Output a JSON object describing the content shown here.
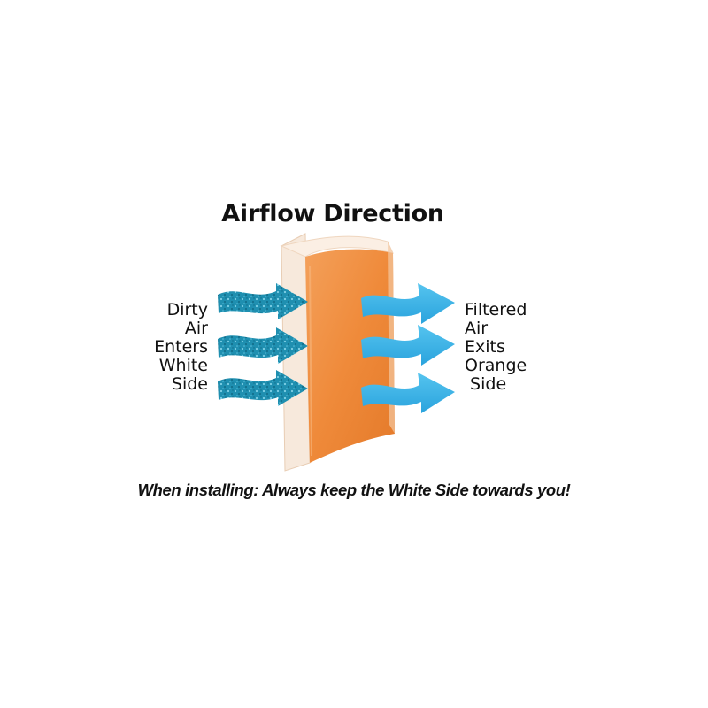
{
  "title": "Airflow Direction",
  "left_labels": [
    "Dirty",
    "Air",
    "Enters",
    "White",
    "Side"
  ],
  "right_labels": [
    "Filtered",
    "Air",
    "Exits",
    "Orange",
    " Side"
  ],
  "note": "When installing: Always keep the White Side towards you!",
  "colors": {
    "dirty_arrow": "#1f8fb0",
    "clean_arrow": "#3fb4e6",
    "filter_orange": "#f08a3c",
    "filter_white": "#f7e9dc"
  }
}
